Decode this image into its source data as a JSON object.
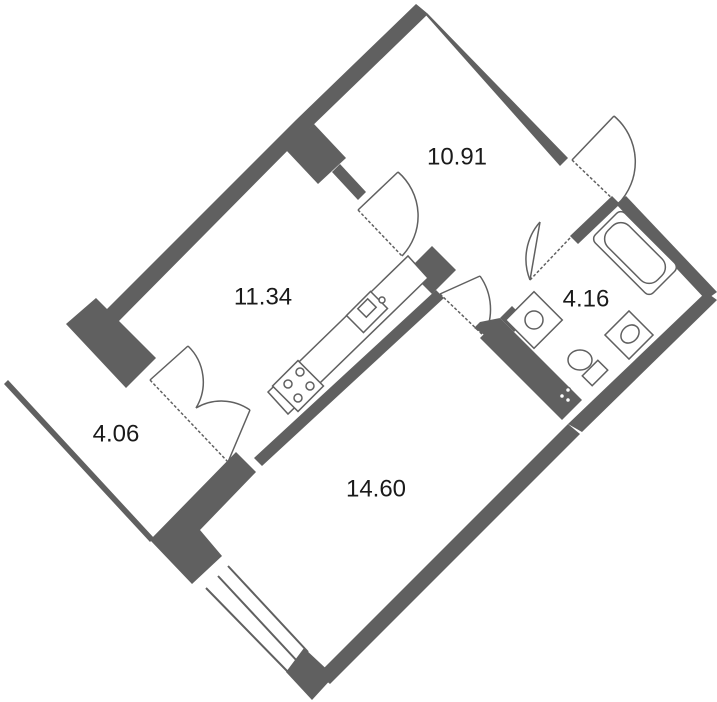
{
  "rooms": [
    {
      "id": "hall",
      "area": "10.91"
    },
    {
      "id": "kitchen",
      "area": "11.34"
    },
    {
      "id": "bathroom",
      "area": "4.16"
    },
    {
      "id": "balcony",
      "area": "4.06"
    },
    {
      "id": "living",
      "area": "14.60"
    }
  ],
  "colors": {
    "wall": "#606060",
    "background": "#ffffff",
    "text": "#1a1a1a"
  }
}
